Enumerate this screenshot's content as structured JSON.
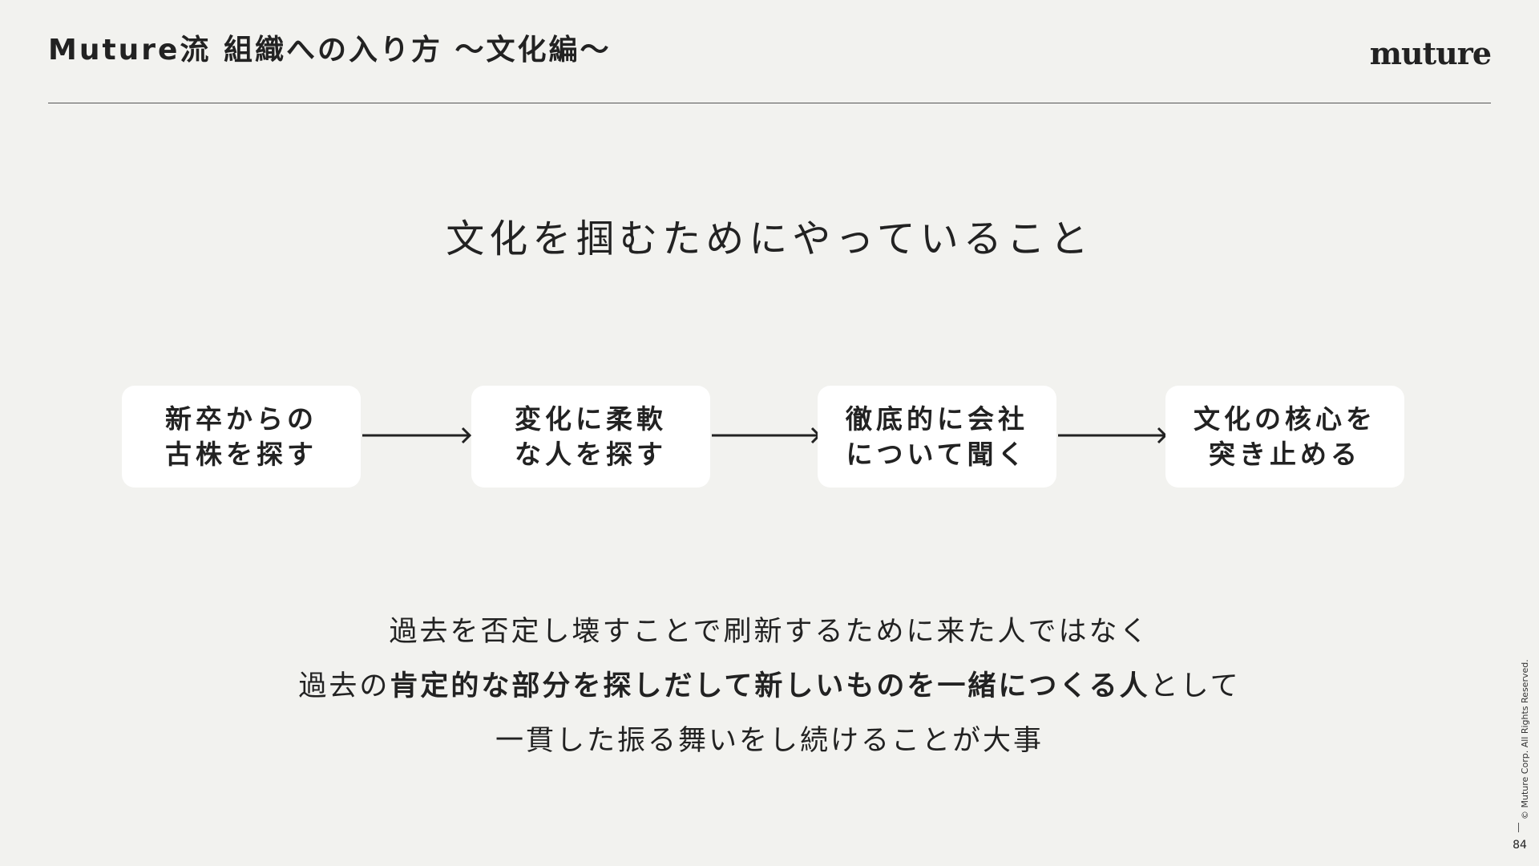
{
  "header": {
    "title": "Muture流 組織への入り方 ～文化編～",
    "logo": "muture"
  },
  "main": {
    "heading": "文化を掴むためにやっていること",
    "steps": [
      {
        "line1": "新卒からの",
        "line2": "古株を探す"
      },
      {
        "line1": "変化に柔軟",
        "line2": "な人を探す"
      },
      {
        "line1": "徹底的に会社",
        "line2": "について聞く"
      },
      {
        "line1": "文化の核心を",
        "line2": "突き止める"
      }
    ]
  },
  "conclusion": {
    "line1": "過去を否定し壊すことで刷新するために来た人ではなく",
    "line2_pre": "過去の",
    "line2_bold": "肯定的な部分を探しだして新しいものを一緒につくる人",
    "line2_post": "として",
    "line3": "一貫した振る舞いをし続けることが大事"
  },
  "footer": {
    "copyright": "© Muture Corp. All Rights Reserved.",
    "page_number": "84"
  }
}
